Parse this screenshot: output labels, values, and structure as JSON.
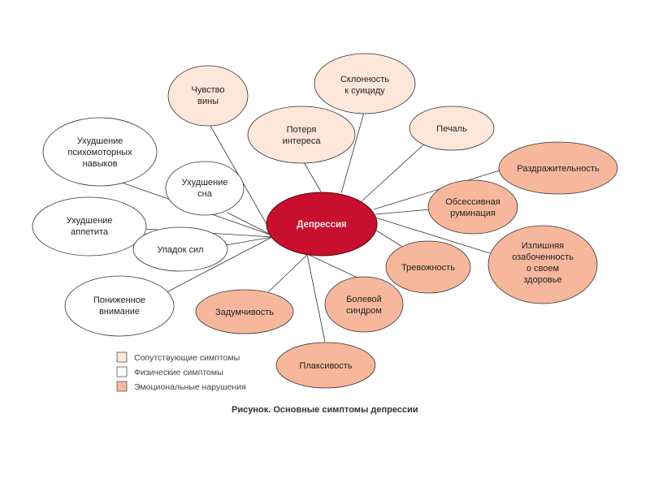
{
  "colors": {
    "concomitant": "#fde6da",
    "physical": "#ffffff",
    "emotional": "#f7b79c",
    "hub": "#c8102e"
  },
  "hub": {
    "label": "Депрессия"
  },
  "nodes": {
    "guilt": [
      "Чувство",
      "вины"
    ],
    "suicide": [
      "Склонность",
      "к суициду"
    ],
    "interest": [
      "Потеря",
      "интереса"
    ],
    "sadness": [
      "Печаль"
    ],
    "psychomotor": [
      "Ухудшение",
      "психомоторных",
      "навыков"
    ],
    "sleep": [
      "Ухудшение",
      "сна"
    ],
    "irritability": [
      "Раздражительность"
    ],
    "rumination": [
      "Обсессивная",
      "руминация"
    ],
    "appetite": [
      "Ухудшение",
      "аппетита"
    ],
    "fatigue": [
      "Упадок сил"
    ],
    "anxiety": [
      "Тревожность"
    ],
    "health": [
      "Излишняя",
      "озабоченность",
      "о своем",
      "здоровье"
    ],
    "attention": [
      "Пониженное",
      "внимание"
    ],
    "pensiveness": [
      "Задумчивость"
    ],
    "pain": [
      "Болевой",
      "синдром"
    ],
    "tearfulness": [
      "Плаксивость"
    ]
  },
  "legend": [
    {
      "label": "Сопутствующие симптомы"
    },
    {
      "label": "Физические симптомы"
    },
    {
      "label": "Эмоциональные нарушения"
    }
  ],
  "caption": "Рисунок. Основные симптомы депрессии"
}
